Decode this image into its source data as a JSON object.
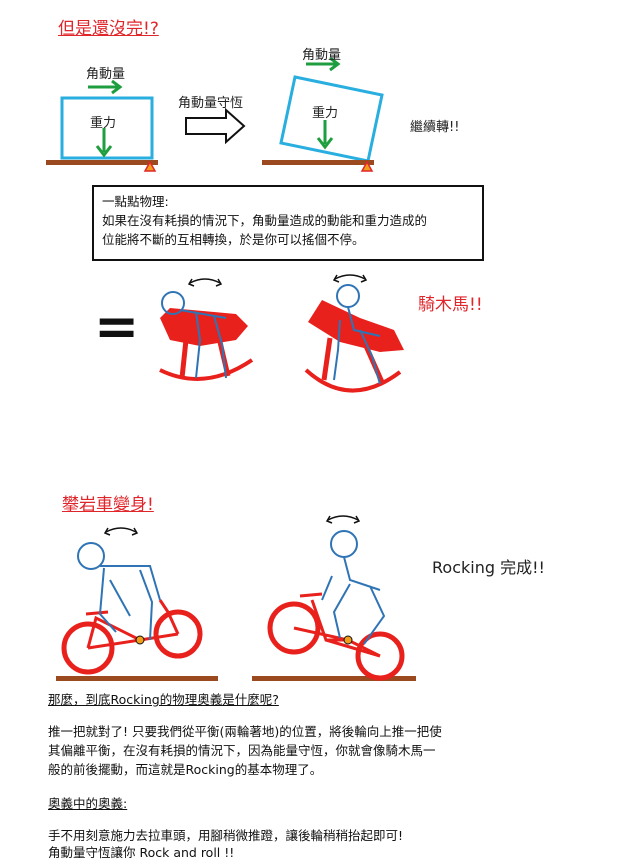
{
  "section1": {
    "title": "但是還沒完!?",
    "momentum_label_left": "角動量",
    "gravity_label_left": "重力",
    "conservation_label": "角動量守恆",
    "momentum_label_right": "角動量",
    "gravity_label_right": "重力",
    "keep_turning": "繼續轉!!",
    "physics_box": {
      "heading": "一點點物理:",
      "line1": "如果在沒有耗損的情況下，角動量造成的動能和重力造成的",
      "line2": "位能將不斷的互相轉換，於是你可以搖個不停。"
    },
    "equals": "=",
    "rocking_horse": "騎木馬!!"
  },
  "section2": {
    "title": "攀岩車變身!",
    "rocking_done": "Rocking 完成!!"
  },
  "explanation": {
    "question": "那麼，到底Rocking的物理奧義是什麼呢?",
    "para1_line1": "推一把就對了! 只要我們從平衡(兩輪著地)的位置，將後輪向上推一把使",
    "para1_line2": "其偏離平衡，在沒有耗損的情況下，因為能量守恆，你就會像騎木馬一",
    "para1_line3": "般的前後擺動，而這就是Rocking的基本物理了。",
    "secret_heading": "奧義中的奧義:",
    "tip_line1": "手不用刻意施力去拉車頭，用腳稍微推蹬，讓後輪稍稍抬起即可!",
    "tip_line2": "角動量守恆讓你 Rock and roll !!"
  },
  "colors": {
    "title_red": "#e0262b",
    "box_blue": "#29aee0",
    "arrow_green": "#1e9e3e",
    "ground_brown": "#9a4a1e",
    "figure_blue": "#2f74b5",
    "horse_red": "#e8211d",
    "pivot_orange": "#f29d1a"
  }
}
